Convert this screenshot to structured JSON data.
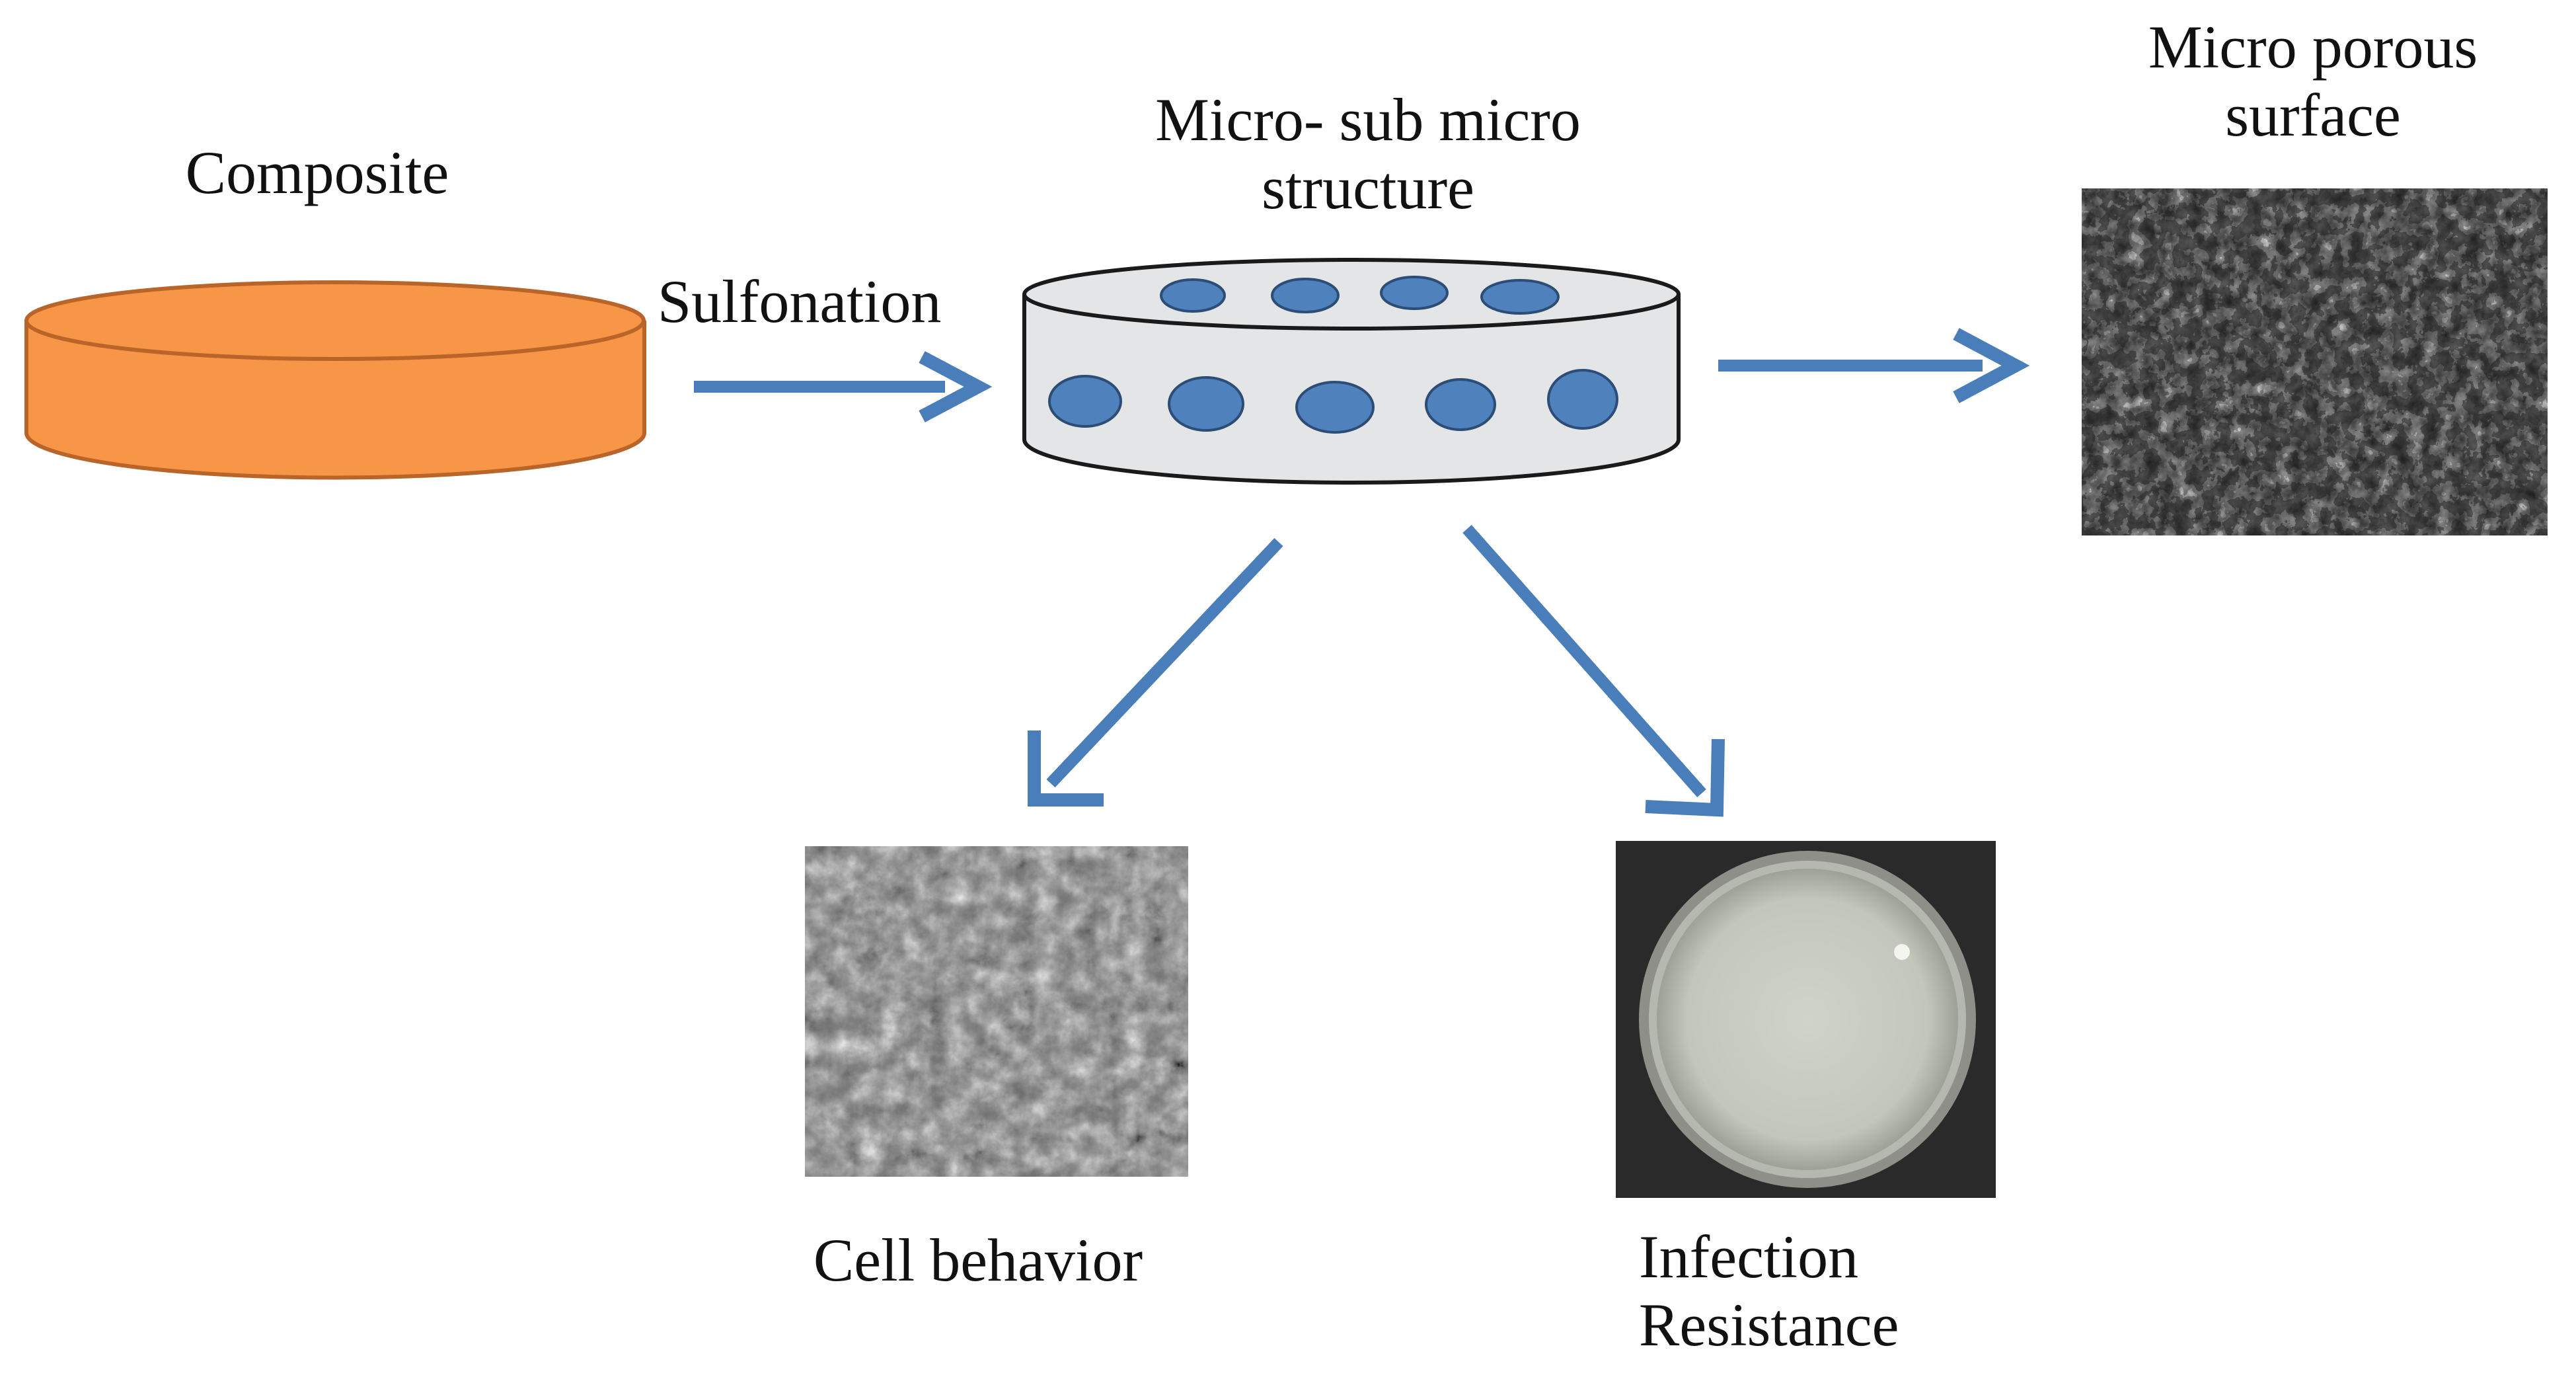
{
  "labels": {
    "composite": "Composite",
    "sulfonation": "Sulfonation",
    "micro_structure": [
      "Micro- sub micro",
      "structure"
    ],
    "micro_porous": [
      "Micro porous",
      "surface"
    ],
    "cell_behavior": "Cell behavior",
    "infection_resistance": [
      "Infection",
      "Resistance"
    ]
  },
  "colors": {
    "composite_fill": "#F79646",
    "composite_stroke": "#B9652A",
    "disk_fill": "#E4E5E7",
    "disk_stroke": "#1a1a1a",
    "pore_fill": "#4F81BD",
    "pore_stroke": "#2C4D75",
    "arrow": "#4A7EBB",
    "sem_dark": "#1b1b1b",
    "sem_light": "#d6d6d6",
    "petri_bg": "#2a2a2a",
    "petri_agar": "#c9ccc3"
  }
}
